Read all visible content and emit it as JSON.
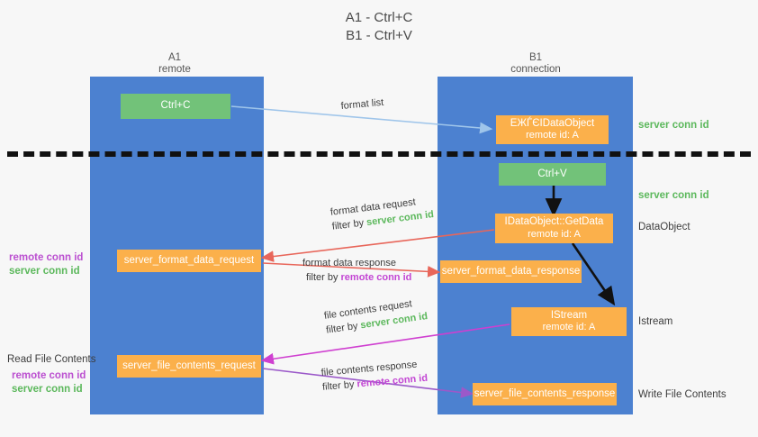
{
  "title": "A1 - Ctrl+C\nB1 - Ctrl+V",
  "columns": [
    {
      "name": "A1",
      "sub": "remote"
    },
    {
      "name": "B1",
      "sub": "connection"
    }
  ],
  "boxes": {
    "ctrl_c": {
      "label": "Ctrl+C"
    },
    "ctrl_v": {
      "label": "Ctrl+V"
    },
    "idataobject_top": {
      "label": "ЕЖЃЄIDataObject",
      "sub": "remote id: A"
    },
    "idataobject_getdata": {
      "label": "IDataObject::GetData",
      "sub": "remote id: A"
    },
    "istream": {
      "label": "IStream",
      "sub": "remote id: A"
    },
    "server_format_data_request": {
      "label": "server_format_data_request"
    },
    "server_format_data_response": {
      "label": "server_format_data_response"
    },
    "server_file_contents_request": {
      "label": "server_file_contents_request"
    },
    "server_file_contents_response": {
      "label": "server_file_contents_response"
    }
  },
  "edge_labels": {
    "format_list": {
      "line1": "format list"
    },
    "format_data_request": {
      "line1": "format data request",
      "line2_prefix": "filter by ",
      "line2_highlight": "server conn id"
    },
    "format_data_response": {
      "line1": "format data response",
      "line2_prefix": "filter by ",
      "line2_highlight": "remote conn id"
    },
    "file_contents_request": {
      "line1": "file contents request",
      "line2_prefix": "filter by ",
      "line2_highlight": "server conn id"
    },
    "file_contents_response": {
      "line1": "file contents response",
      "line2_prefix": "filter by ",
      "line2_highlight": "remote conn id"
    }
  },
  "right_labels": {
    "server_conn_id_top": "server conn id",
    "server_conn_id_mid": "server conn id",
    "data_object": "DataObject",
    "istream": "Istream",
    "write_file_contents": "Write File Contents"
  },
  "left_labels": {
    "remote_conn_id_1": "remote conn id",
    "server_conn_id_1": "server conn id",
    "read_file_contents": "Read File Contents",
    "remote_conn_id_2": "remote conn id",
    "server_conn_id_2": "server conn id"
  },
  "colors": {
    "background": "#f7f7f7",
    "lane": "#4c81d0",
    "green_box": "#72c279",
    "orange_box": "#fbb04b",
    "green_text": "#5cb85c",
    "purple_text": "#bb4fd0",
    "divider": "#111111",
    "arrow_lightblue": "#9fc5ea",
    "arrow_red": "#e8665a",
    "arrow_magenta": "#cf3fd0",
    "arrow_purple": "#9b59c9",
    "arrow_black": "#111111"
  }
}
